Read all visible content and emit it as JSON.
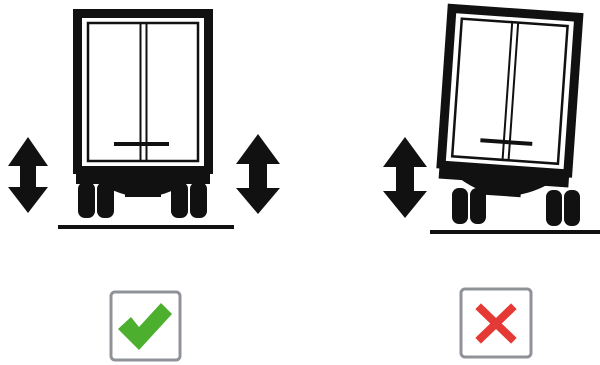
{
  "panels": [
    {
      "id": "correct",
      "verdict": "correct",
      "mark_icon": "checkmark-icon",
      "mark_color": "#4caf2e",
      "box_border_color": "#8f9398",
      "arrows": "both-sides",
      "tilt_deg": 0
    },
    {
      "id": "incorrect",
      "verdict": "incorrect",
      "mark_icon": "cross-icon",
      "mark_color": "#e53935",
      "box_border_color": "#8f9398",
      "arrows": "left-side",
      "tilt_deg": 4
    }
  ],
  "colors": {
    "ink": "#111111",
    "background": "#ffffff"
  }
}
